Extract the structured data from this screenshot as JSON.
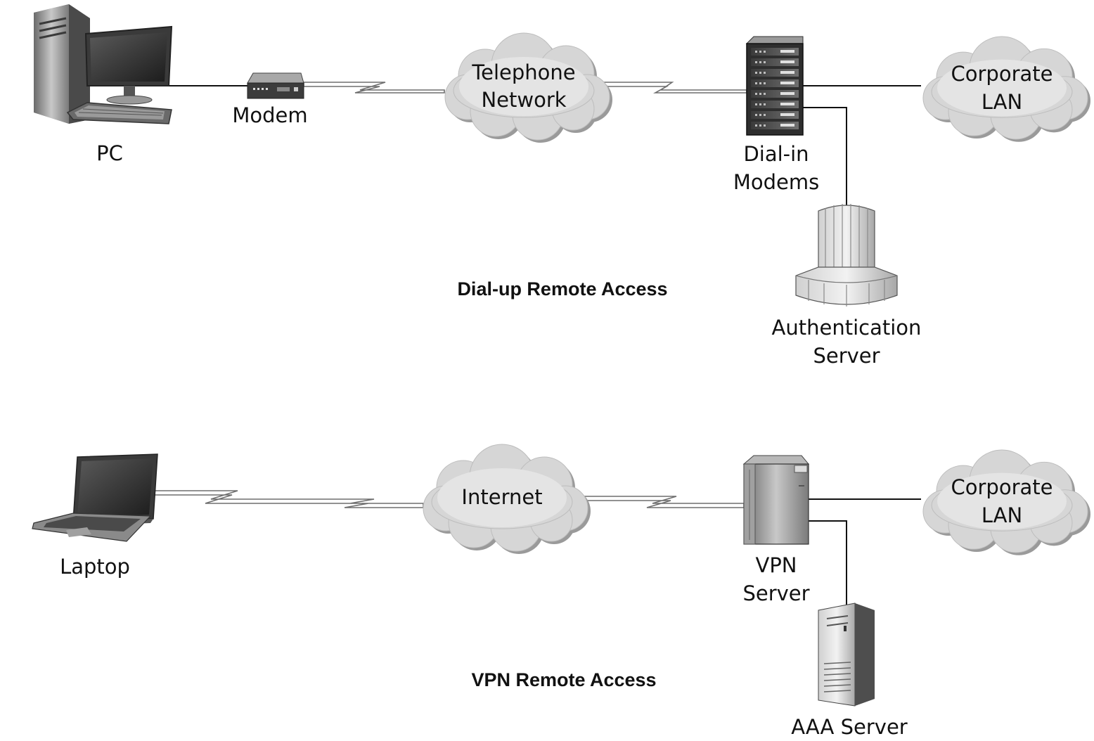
{
  "dialup": {
    "title": "Dial-up Remote Access",
    "pc_label": "PC",
    "modem_label": "Modem",
    "cloud_label": [
      "Telephone",
      "Network"
    ],
    "dialin_label": [
      "Dial-in",
      "Modems"
    ],
    "lan_label": [
      "Corporate",
      "LAN"
    ],
    "auth_label": [
      "Authentication",
      "Server"
    ]
  },
  "vpn": {
    "title": "VPN Remote Access",
    "laptop_label": "Laptop",
    "cloud_label": "Internet",
    "server_label": [
      "VPN",
      "Server"
    ],
    "lan_label": [
      "Corporate",
      "LAN"
    ],
    "aaa_label": "AAA Server"
  },
  "icons": {
    "pc": "desktop-computer-icon",
    "modem": "modem-icon",
    "dialin": "modem-rack-icon",
    "auth": "authentication-server-icon",
    "laptop": "laptop-icon",
    "vpn": "vpn-server-icon",
    "aaa": "tower-server-icon",
    "cloud": "cloud-icon"
  }
}
